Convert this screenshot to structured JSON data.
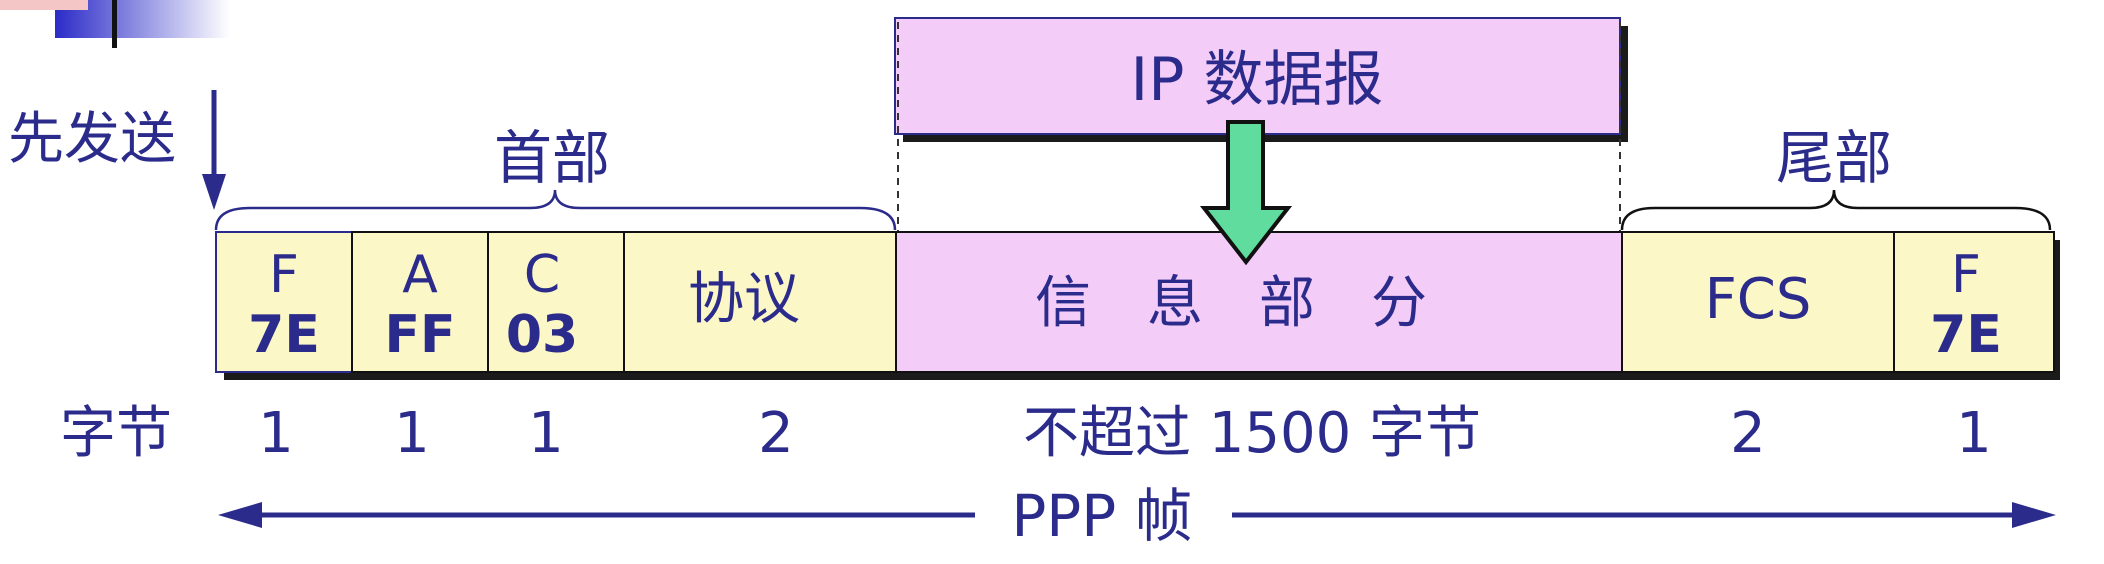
{
  "send_first_label": "先发送",
  "header_label": "首部",
  "trailer_label": "尾部",
  "ip_datagram_label": "IP 数据报",
  "fields": [
    {
      "name": "F",
      "value": "7E"
    },
    {
      "name": "A",
      "value": "FF"
    },
    {
      "name": "C",
      "value": "03"
    },
    {
      "name": "协议",
      "value": ""
    },
    {
      "name": "信　息　部　分",
      "value": ""
    },
    {
      "name": "FCS",
      "value": ""
    },
    {
      "name": "F",
      "value": "7E"
    }
  ],
  "bytes_label": "字节",
  "byte_counts": [
    "1",
    "1",
    "1",
    "2",
    "不超过 1500 字节",
    "2",
    "1"
  ],
  "frame_label": "PPP 帧",
  "colors": {
    "navy": "#2b2b8c",
    "header_fill": "#fbf7c6",
    "info_fill": "#f3ccf7",
    "arrow_green": "#5fdc9e"
  }
}
